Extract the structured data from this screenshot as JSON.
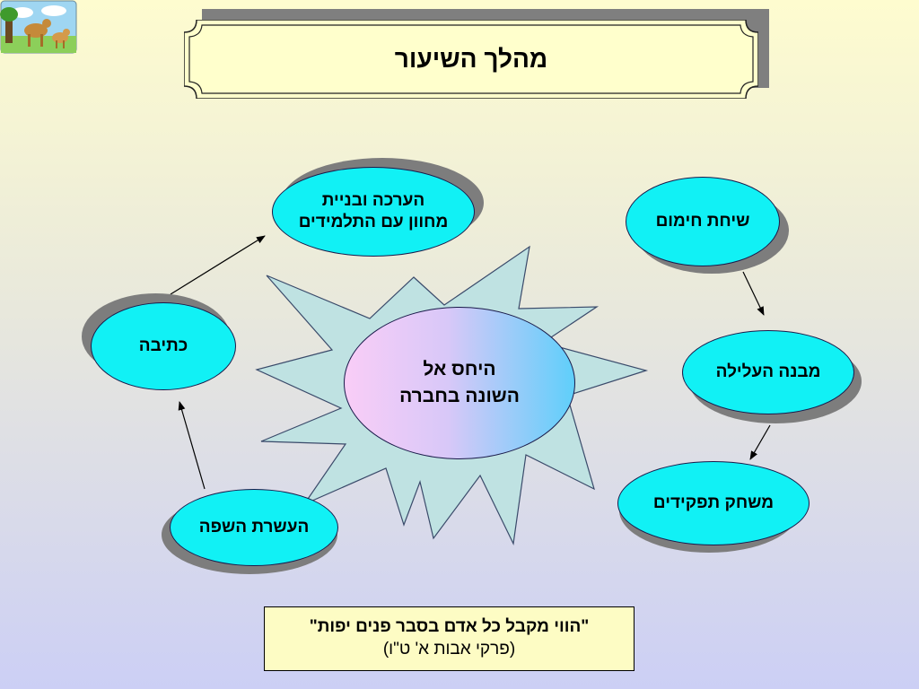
{
  "title": "מהלך השיעור",
  "center": {
    "label": "היחס אל\nהשונה בחברה"
  },
  "nodes": {
    "warmup": "שיחת חימום",
    "plot_structure": "מבנה העלילה",
    "role_play": "משחק תפקידים",
    "language_enrichment": "העשרת השפה",
    "writing": "כתיבה",
    "exhibition": "הערכה ובניית\nמחוון עם התלמידים"
  },
  "quote": {
    "text": "\"הווי מקבל כל אדם בסבר פנים יפות\"",
    "source": "(פרקי אבות א' ט\"ו)"
  },
  "colors": {
    "node_fill": "#11f1f5",
    "title_fill": "#ffffcc",
    "star_fill": "#bfe2e2",
    "quote_fill": "#fdfcc4"
  }
}
